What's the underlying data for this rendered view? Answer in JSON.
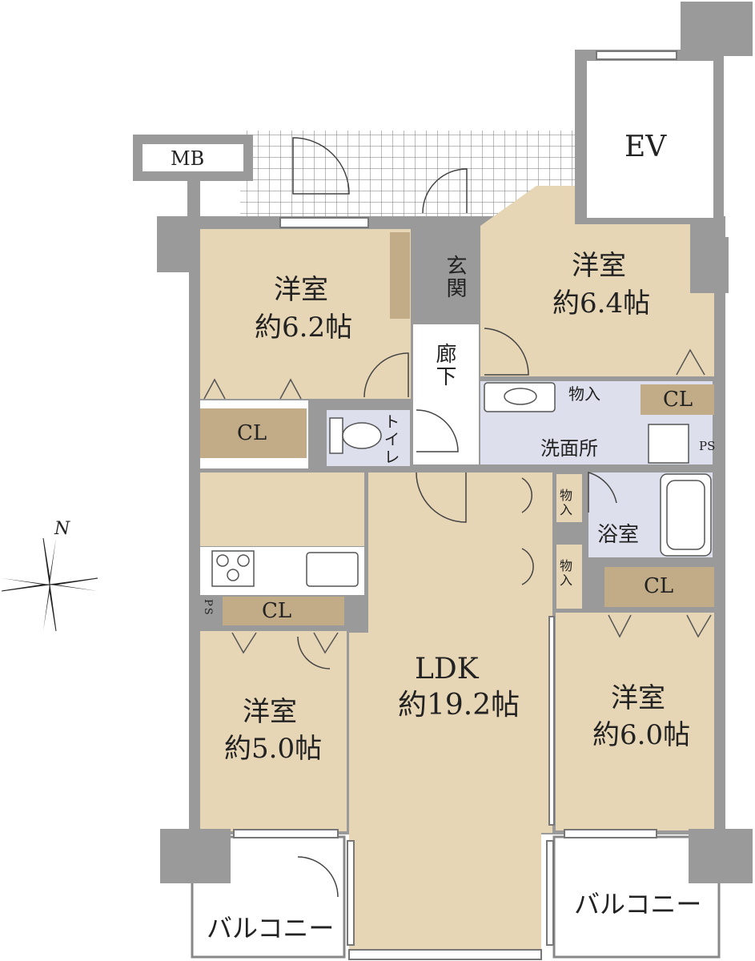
{
  "labels": {
    "ev": "EV",
    "mb": "MB",
    "entrance": "玄関",
    "corridor": "廊下",
    "toilet": "トイレ",
    "washroom": "洗面所",
    "bathroom": "浴室",
    "storage_top": "物入",
    "storage_mid1": "物入",
    "storage_mid2": "物入",
    "ps_right": "PS",
    "ps_left": "PS",
    "balcony_left": "バルコニー",
    "balcony_right": "バルコニー",
    "compass_n": "N"
  },
  "rooms": {
    "nw": {
      "name": "洋室",
      "size": "約6.2帖"
    },
    "ne": {
      "name": "洋室",
      "size": "約6.4帖"
    },
    "sw": {
      "name": "洋室",
      "size": "約5.0帖"
    },
    "se": {
      "name": "洋室",
      "size": "約6.0帖"
    },
    "ldk": {
      "name": "LDK",
      "size": "約19.2帖"
    }
  },
  "closets": {
    "nw": "CL",
    "ne": "CL",
    "kitchen": "CL",
    "se": "CL"
  },
  "colors": {
    "floor": "#e7d6b6",
    "closet": "#c2ab87",
    "wall": "#9a9a9a",
    "wet": "#dde0ec",
    "tile": "#777777"
  }
}
